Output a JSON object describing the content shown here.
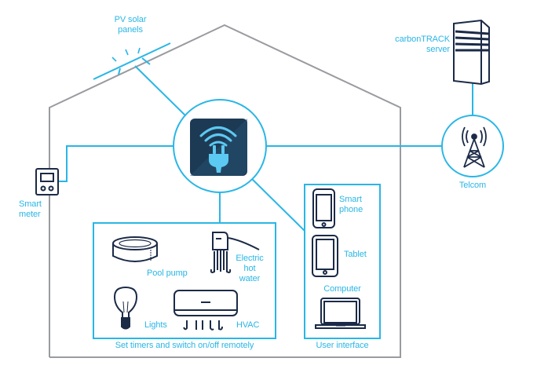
{
  "colors": {
    "accent": "#29b6e6",
    "house_outline": "#9a9ba0",
    "icon_stroke": "#1b2a47",
    "hub_bg": "#1d3a55",
    "hub_icon": "#5cc9f2"
  },
  "labels": {
    "pv_solar_line1": "PV solar",
    "pv_solar_line2": "panels",
    "server_line1": "carbonTRACK",
    "server_line2": "server",
    "telcom": "Telcom",
    "smart_meter_line1": "Smart",
    "smart_meter_line2": "meter",
    "pool_pump": "Pool pump",
    "electric_hot_water_line1": "Electric",
    "electric_hot_water_line2": "hot",
    "electric_hot_water_line3": "water",
    "lights": "Lights",
    "hvac": "HVAC",
    "appliances_caption": "Set timers and switch on/off remotely",
    "smartphone_line1": "Smart",
    "smartphone_line2": "phone",
    "tablet": "Tablet",
    "computer": "Computer",
    "user_interface_caption": "User interface"
  },
  "icons": {
    "hub": "wifi-plug-icon",
    "server": "server-icon",
    "telcom": "radio-tower-icon",
    "smart_meter": "meter-icon",
    "pool_pump": "pool-pump-icon",
    "hot_water": "water-heater-icon",
    "lights": "light-bulb-icon",
    "hvac": "air-conditioner-icon",
    "smartphone": "smartphone-icon",
    "tablet": "tablet-icon",
    "computer": "laptop-icon"
  }
}
